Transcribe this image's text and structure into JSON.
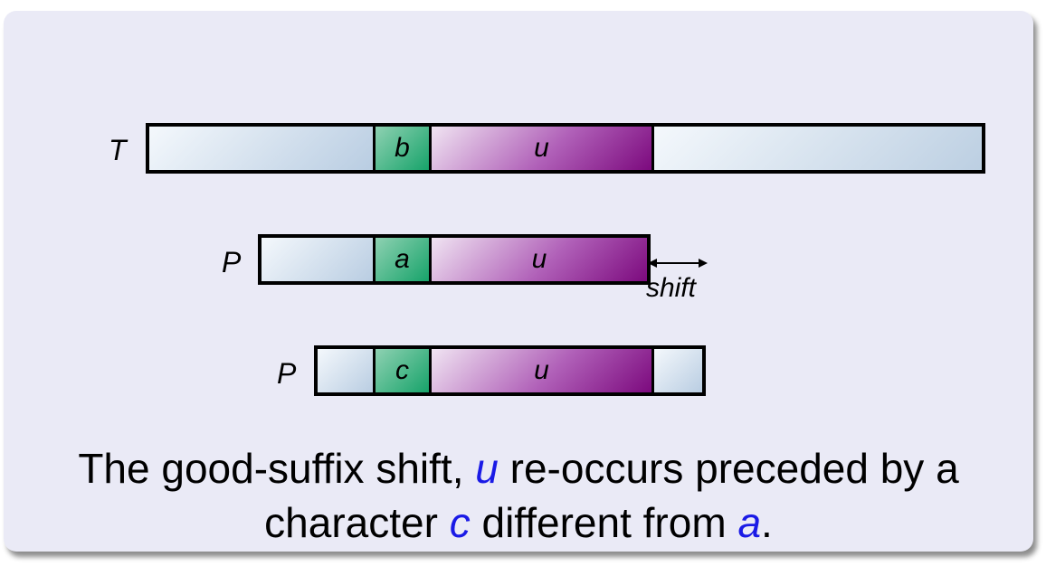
{
  "rows": {
    "text": {
      "label": "T",
      "cells": [
        {
          "text": ""
        },
        {
          "text": "b"
        },
        {
          "text": "u"
        },
        {
          "text": ""
        }
      ]
    },
    "pattern_top": {
      "label": "P",
      "cells": [
        {
          "text": ""
        },
        {
          "text": "a"
        },
        {
          "text": "u"
        }
      ]
    },
    "pattern_bottom": {
      "label": "P",
      "cells": [
        {
          "text": ""
        },
        {
          "text": "c"
        },
        {
          "text": "u"
        },
        {
          "text": ""
        }
      ]
    }
  },
  "shift_label": "shift",
  "caption": {
    "line1_before": "The good-suffix shift,",
    "var_u": "u",
    "line1_after": "re-occurs preceded by a",
    "line2_before": "character",
    "var_c": "c",
    "line2_middle": "different from",
    "var_a": "a",
    "line2_end": "."
  },
  "colors": {
    "highlight": "#1a1ae6",
    "panel": "#eaeaf6",
    "green_cell": "#17a36a",
    "purple_cell": "#7c0a7e",
    "grey_cell": "#b9cde2"
  }
}
